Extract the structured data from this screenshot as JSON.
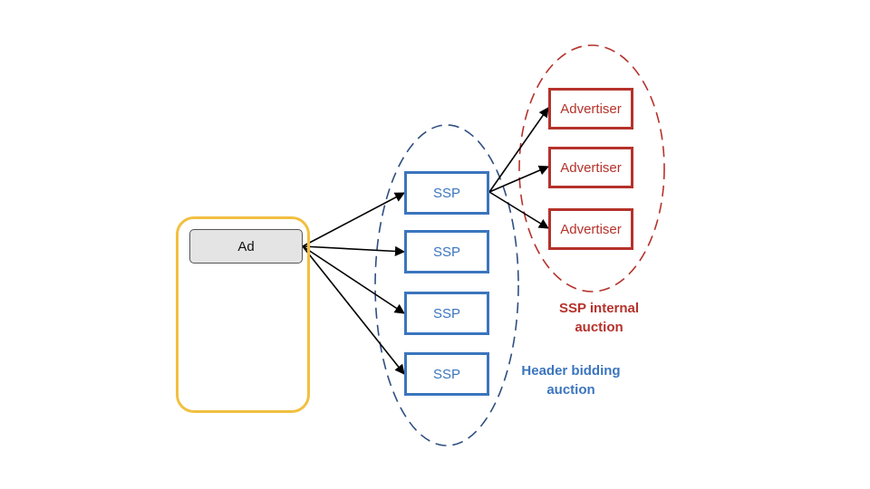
{
  "diagram": {
    "title": "Header bidding auction flow",
    "nodes": {
      "ad": {
        "label": "Ad"
      },
      "ssps": [
        {
          "label": "SSP"
        },
        {
          "label": "SSP"
        },
        {
          "label": "SSP"
        },
        {
          "label": "SSP"
        }
      ],
      "advertisers": [
        {
          "label": "Advertiser"
        },
        {
          "label": "Advertiser"
        },
        {
          "label": "Advertiser"
        }
      ]
    },
    "groups": {
      "header_bidding": {
        "label_line1": "Header bidding",
        "label_line2": "auction"
      },
      "ssp_internal": {
        "label_line1": "SSP internal",
        "label_line2": "auction"
      }
    },
    "edges": [
      {
        "from": "ad",
        "to": "ssp-1"
      },
      {
        "from": "ad",
        "to": "ssp-2"
      },
      {
        "from": "ad",
        "to": "ssp-3"
      },
      {
        "from": "ad",
        "to": "ssp-4"
      },
      {
        "from": "ssp-1",
        "to": "advertiser-1"
      },
      {
        "from": "ssp-1",
        "to": "advertiser-2"
      },
      {
        "from": "ssp-1",
        "to": "advertiser-3"
      }
    ],
    "colors": {
      "page_border": "#f1c040",
      "ssp": "#3b75be",
      "header_bidding_ellipse": "#2f4f80",
      "advertiser": "#b5322b",
      "arrow": "#000000",
      "ad_fill": "#e4e4e4"
    }
  }
}
